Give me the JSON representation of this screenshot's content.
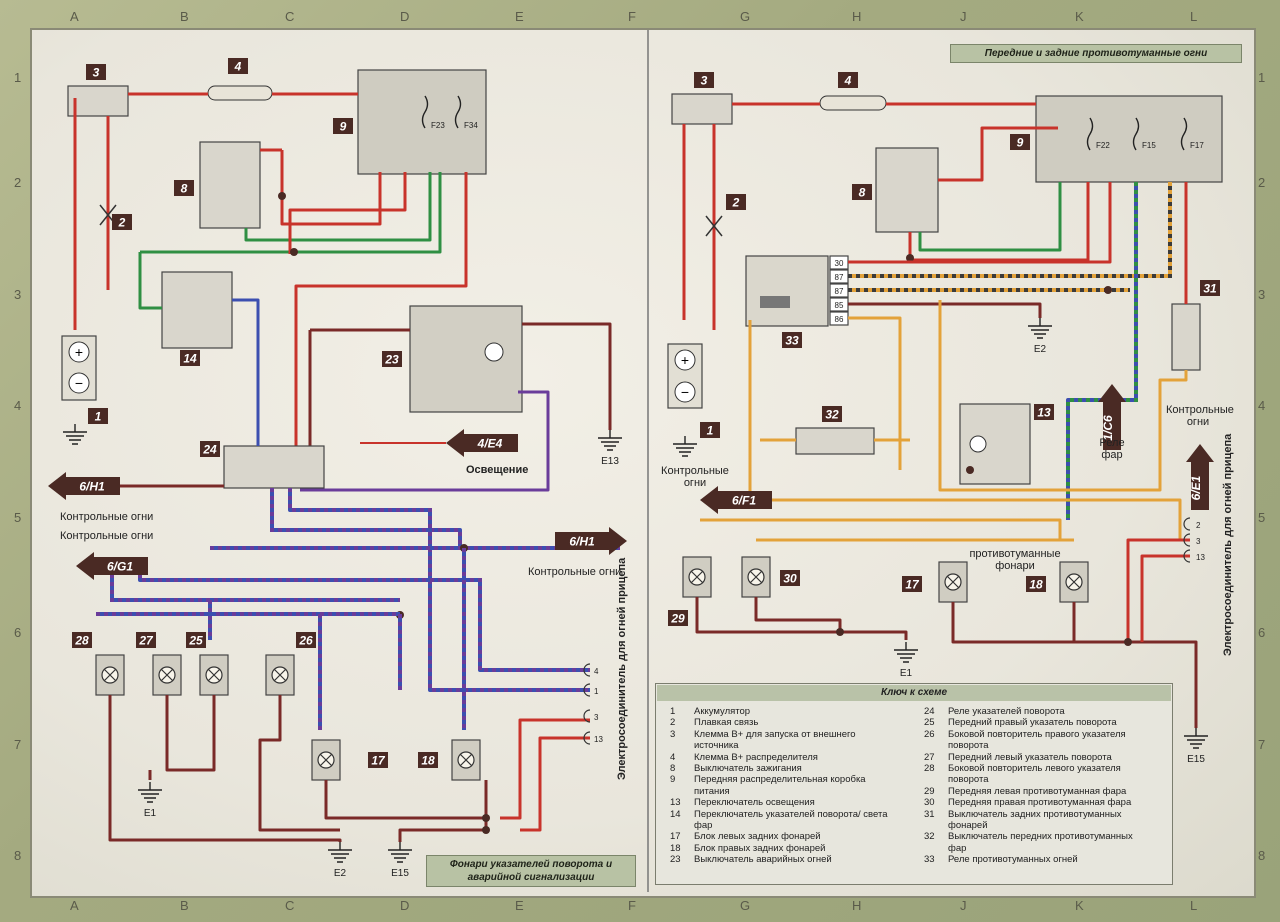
{
  "grid": {
    "letters_left": [
      "A",
      "B",
      "C",
      "D",
      "E",
      "F"
    ],
    "letters_right": [
      "F",
      "G",
      "H",
      "J",
      "K",
      "L"
    ],
    "numbers": [
      "1",
      "2",
      "3",
      "4",
      "5",
      "6",
      "7",
      "8"
    ]
  },
  "left_diagram": {
    "components": [
      "3",
      "4",
      "9",
      "8",
      "2",
      "14",
      "1",
      "23",
      "24",
      "28",
      "27",
      "25",
      "26",
      "17",
      "18"
    ],
    "fuses": [
      "F23",
      "F34"
    ],
    "arrows": {
      "lighting": "4/E4",
      "pilot1": "6/H1",
      "pilot2": "6/H1",
      "g1": "6/G1"
    },
    "labels": {
      "lighting": "Освещение",
      "pilot_left": "Контрольные огни",
      "pilot_left2": "Контрольные огни",
      "pilot_right": "Контрольные огни",
      "trailer_connector": "Электросоединитель для огней прицепа"
    },
    "grounds": [
      "E13",
      "E1",
      "E2",
      "E15"
    ],
    "connector_pins": [
      "4",
      "1",
      "3",
      "13"
    ],
    "title": "Фонари указателей поворота и аварийной сигнализации"
  },
  "right_diagram": {
    "title": "Передние и задние противотуманные огни",
    "components": [
      "3",
      "4",
      "9",
      "8",
      "2",
      "33",
      "32",
      "13",
      "31",
      "1",
      "29",
      "30",
      "17",
      "18"
    ],
    "fuses": [
      "F22",
      "F15",
      "F17"
    ],
    "relay_pins": [
      "30",
      "87",
      "87",
      "85",
      "86"
    ],
    "arrows": {
      "f1": "6/F1",
      "c6": "1/C6",
      "e1": "6/E1"
    },
    "labels": {
      "pilot": "Контрольные огни",
      "headlamp_relay": "Реле фар",
      "pilot_lights": "Контрольные огни",
      "fog_lamps": "противотуманные фонари",
      "trailer_connector": "Электросоединитель для огней прицепа"
    },
    "grounds": [
      "E2",
      "E1",
      "E15"
    ],
    "connector_pins": [
      "2",
      "3",
      "13"
    ]
  },
  "legend": {
    "title": "Ключ к схеме",
    "left": [
      {
        "n": "1",
        "t": "Аккумулятор"
      },
      {
        "n": "2",
        "t": "Плавкая связь"
      },
      {
        "n": "3",
        "t": "Клемма B+ для запуска от внешнего источника"
      },
      {
        "n": "4",
        "t": "Клемма B+ распределителя"
      },
      {
        "n": "8",
        "t": "Выключатель зажигания"
      },
      {
        "n": "9",
        "t": "Передняя распределительная коробка питания"
      },
      {
        "n": "13",
        "t": "Переключатель освещения"
      },
      {
        "n": "14",
        "t": "Переключатель указателей поворота/ света фар"
      },
      {
        "n": "17",
        "t": "Блок левых задних фонарей"
      },
      {
        "n": "18",
        "t": "Блок правых задних фонарей"
      },
      {
        "n": "23",
        "t": "Выключатель аварийных огней"
      }
    ],
    "right": [
      {
        "n": "24",
        "t": "Реле указателей поворота"
      },
      {
        "n": "25",
        "t": "Передний правый указатель поворота"
      },
      {
        "n": "26",
        "t": "Боковой повторитель правого указателя поворота"
      },
      {
        "n": "27",
        "t": "Передний левый указатель поворота"
      },
      {
        "n": "28",
        "t": "Боковой повторитель левого указателя поворота"
      },
      {
        "n": "29",
        "t": "Передняя левая противотуманная фара"
      },
      {
        "n": "30",
        "t": "Передняя правая противотуманная фара"
      },
      {
        "n": "31",
        "t": "Выключатель задних противотуманных фонарей"
      },
      {
        "n": "32",
        "t": "Выключатель передних противотуманных фар"
      },
      {
        "n": "33",
        "t": "Реле противотуманных огней"
      }
    ]
  },
  "colors": {
    "red": "#c8332b",
    "green": "#2f8f43",
    "blue": "#3c4fb0",
    "purple": "#6a3c9a",
    "brown": "#7a2a28",
    "orange": "#e3a23a",
    "label_bg": "#4a2a24"
  }
}
